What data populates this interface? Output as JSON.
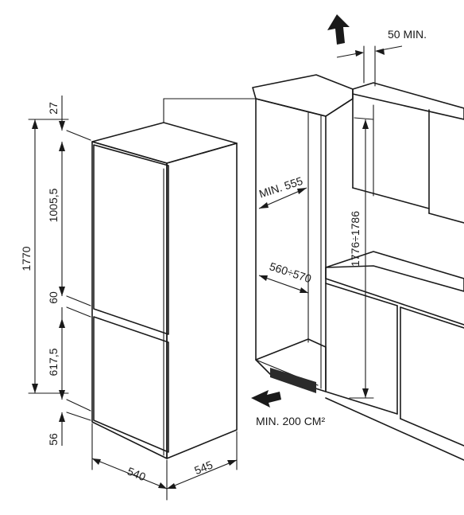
{
  "dimensions": {
    "top_gap": "27",
    "upper_door": "1005,5",
    "total_height": "1770",
    "door_gap": "60",
    "lower_door": "617,5",
    "bottom_gap": "56",
    "width": "540",
    "depth": "545",
    "niche_depth_min": "MIN. 555",
    "niche_width": "560÷570",
    "niche_height": "1776÷1786",
    "vent_gap": "50 MIN.",
    "vent_area": "MIN. 200 CM²"
  }
}
